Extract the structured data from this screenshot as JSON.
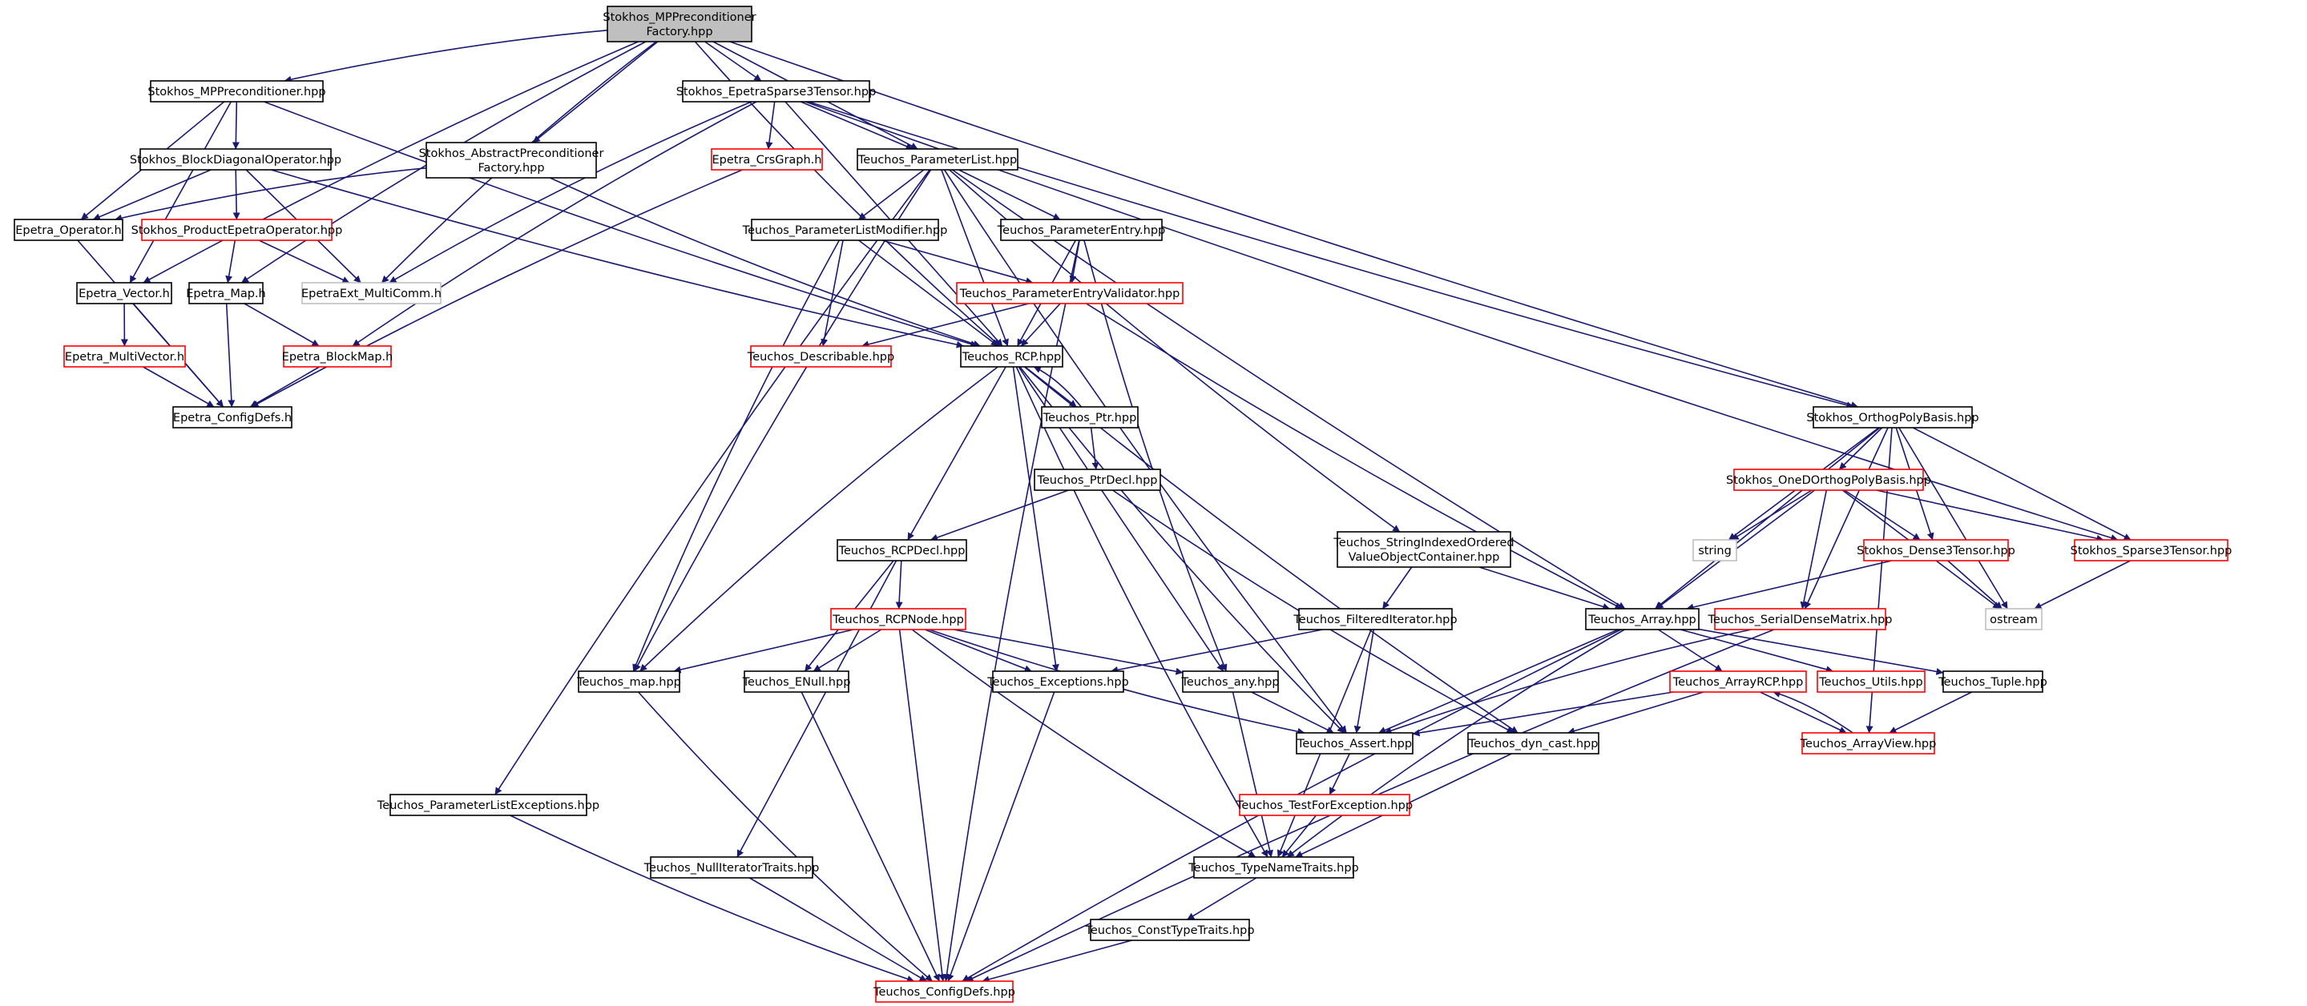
{
  "colors": {
    "edge": "#191970",
    "node_border_default": "#000000",
    "node_border_truncated": "#ff0000",
    "node_border_external": "#bfbfbf",
    "root_fill": "#bfbfbf",
    "node_fill": "#ffffff"
  },
  "nodes": [
    {
      "id": "root",
      "lines": [
        "Stokhos_MPPreconditioner",
        "Factory.hpp"
      ],
      "style": "root"
    },
    {
      "id": "mpprec",
      "lines": [
        "Stokhos_MPPreconditioner.hpp"
      ],
      "style": "normal"
    },
    {
      "id": "ees3t",
      "lines": [
        "Stokhos_EpetraSparse3Tensor.hpp"
      ],
      "style": "normal"
    },
    {
      "id": "bdo",
      "lines": [
        "Stokhos_BlockDiagonalOperator.hpp"
      ],
      "style": "normal"
    },
    {
      "id": "apf",
      "lines": [
        "Stokhos_AbstractPreconditioner",
        "Factory.hpp"
      ],
      "style": "normal"
    },
    {
      "id": "crs",
      "lines": [
        "Epetra_CrsGraph.h"
      ],
      "style": "red"
    },
    {
      "id": "plist",
      "lines": [
        "Teuchos_ParameterList.hpp"
      ],
      "style": "normal"
    },
    {
      "id": "eop",
      "lines": [
        "Epetra_Operator.h"
      ],
      "style": "normal"
    },
    {
      "id": "peo",
      "lines": [
        "Stokhos_ProductEpetraOperator.hpp"
      ],
      "style": "red"
    },
    {
      "id": "plm",
      "lines": [
        "Teuchos_ParameterListModifier.hpp"
      ],
      "style": "normal"
    },
    {
      "id": "pentry",
      "lines": [
        "Teuchos_ParameterEntry.hpp"
      ],
      "style": "normal"
    },
    {
      "id": "evec",
      "lines": [
        "Epetra_Vector.h"
      ],
      "style": "normal"
    },
    {
      "id": "emap",
      "lines": [
        "Epetra_Map.h"
      ],
      "style": "normal"
    },
    {
      "id": "emc",
      "lines": [
        "EpetraExt_MultiComm.h"
      ],
      "style": "gray"
    },
    {
      "id": "pev",
      "lines": [
        "Teuchos_ParameterEntryValidator.hpp"
      ],
      "style": "red"
    },
    {
      "id": "emv",
      "lines": [
        "Epetra_MultiVector.h"
      ],
      "style": "red"
    },
    {
      "id": "ebm",
      "lines": [
        "Epetra_BlockMap.h"
      ],
      "style": "red"
    },
    {
      "id": "desc",
      "lines": [
        "Teuchos_Describable.hpp"
      ],
      "style": "red"
    },
    {
      "id": "rcp",
      "lines": [
        "Teuchos_RCP.hpp"
      ],
      "style": "normal"
    },
    {
      "id": "ecd",
      "lines": [
        "Epetra_ConfigDefs.h"
      ],
      "style": "normal"
    },
    {
      "id": "ptr",
      "lines": [
        "Teuchos_Ptr.hpp"
      ],
      "style": "normal"
    },
    {
      "id": "ptrdecl",
      "lines": [
        "Teuchos_PtrDecl.hpp"
      ],
      "style": "normal"
    },
    {
      "id": "opb",
      "lines": [
        "Stokhos_OrthogPolyBasis.hpp"
      ],
      "style": "normal"
    },
    {
      "id": "oneD",
      "lines": [
        "Stokhos_OneDOrthogPolyBasis.hpp"
      ],
      "style": "red"
    },
    {
      "id": "string",
      "lines": [
        "string"
      ],
      "style": "gray"
    },
    {
      "id": "rcpdecl",
      "lines": [
        "Teuchos_RCPDecl.hpp"
      ],
      "style": "normal"
    },
    {
      "id": "sioc",
      "lines": [
        "Teuchos_StringIndexedOrdered",
        "ValueObjectContainer.hpp"
      ],
      "style": "normal"
    },
    {
      "id": "d3t",
      "lines": [
        "Stokhos_Dense3Tensor.hpp"
      ],
      "style": "red"
    },
    {
      "id": "s3t",
      "lines": [
        "Stokhos_Sparse3Tensor.hpp"
      ],
      "style": "red"
    },
    {
      "id": "ostream",
      "lines": [
        "ostream"
      ],
      "style": "gray"
    },
    {
      "id": "rcpnode",
      "lines": [
        "Teuchos_RCPNode.hpp"
      ],
      "style": "red"
    },
    {
      "id": "filt",
      "lines": [
        "Teuchos_FilteredIterator.hpp"
      ],
      "style": "normal"
    },
    {
      "id": "array",
      "lines": [
        "Teuchos_Array.hpp"
      ],
      "style": "normal"
    },
    {
      "id": "sdm",
      "lines": [
        "Teuchos_SerialDenseMatrix.hpp"
      ],
      "style": "red"
    },
    {
      "id": "map",
      "lines": [
        "Teuchos_map.hpp"
      ],
      "style": "normal"
    },
    {
      "id": "enull",
      "lines": [
        "Teuchos_ENull.hpp"
      ],
      "style": "normal"
    },
    {
      "id": "exc",
      "lines": [
        "Teuchos_Exceptions.hpp"
      ],
      "style": "normal"
    },
    {
      "id": "any",
      "lines": [
        "Teuchos_any.hpp"
      ],
      "style": "normal"
    },
    {
      "id": "arcp",
      "lines": [
        "Teuchos_ArrayRCP.hpp"
      ],
      "style": "red"
    },
    {
      "id": "utils",
      "lines": [
        "Teuchos_Utils.hpp"
      ],
      "style": "red"
    },
    {
      "id": "tuple",
      "lines": [
        "Teuchos_Tuple.hpp"
      ],
      "style": "normal"
    },
    {
      "id": "assert",
      "lines": [
        "Teuchos_Assert.hpp"
      ],
      "style": "normal"
    },
    {
      "id": "dyncast",
      "lines": [
        "Teuchos_dyn_cast.hpp"
      ],
      "style": "normal"
    },
    {
      "id": "aview",
      "lines": [
        "Teuchos_ArrayView.hpp"
      ],
      "style": "red"
    },
    {
      "id": "ple",
      "lines": [
        "Teuchos_ParameterListExceptions.hpp"
      ],
      "style": "normal"
    },
    {
      "id": "tfe",
      "lines": [
        "Teuchos_TestForException.hpp"
      ],
      "style": "red"
    },
    {
      "id": "nit",
      "lines": [
        "Teuchos_NullIteratorTraits.hpp"
      ],
      "style": "normal"
    },
    {
      "id": "tnt",
      "lines": [
        "Teuchos_TypeNameTraits.hpp"
      ],
      "style": "normal"
    },
    {
      "id": "ctt",
      "lines": [
        "Teuchos_ConstTypeTraits.hpp"
      ],
      "style": "normal"
    },
    {
      "id": "tcd",
      "lines": [
        "Teuchos_ConfigDefs.hpp"
      ],
      "style": "red"
    }
  ],
  "edges": [
    [
      "root",
      "mpprec"
    ],
    [
      "root",
      "ees3t"
    ],
    [
      "root",
      "apf"
    ],
    [
      "root",
      "plist"
    ],
    [
      "root",
      "emc"
    ],
    [
      "root",
      "evec"
    ],
    [
      "root",
      "emap"
    ],
    [
      "root",
      "rcp"
    ],
    [
      "root",
      "opb"
    ],
    [
      "mpprec",
      "bdo"
    ],
    [
      "mpprec",
      "eop"
    ],
    [
      "mpprec",
      "evec"
    ],
    [
      "mpprec",
      "rcp"
    ],
    [
      "bdo",
      "eop"
    ],
    [
      "bdo",
      "peo"
    ],
    [
      "bdo",
      "emc"
    ],
    [
      "bdo",
      "rcp"
    ],
    [
      "apf",
      "eop"
    ],
    [
      "apf",
      "rcp"
    ],
    [
      "ees3t",
      "crs"
    ],
    [
      "ees3t",
      "plist"
    ],
    [
      "ees3t",
      "emc"
    ],
    [
      "ees3t",
      "ebm"
    ],
    [
      "ees3t",
      "rcp"
    ],
    [
      "ees3t",
      "opb"
    ],
    [
      "ees3t",
      "s3t"
    ],
    [
      "crs",
      "ecd"
    ],
    [
      "peo",
      "emap"
    ],
    [
      "peo",
      "emc"
    ],
    [
      "eop",
      "ecd"
    ],
    [
      "evec",
      "emv"
    ],
    [
      "evec",
      "ecd"
    ],
    [
      "emap",
      "ebm"
    ],
    [
      "emap",
      "ecd"
    ],
    [
      "emv",
      "ecd"
    ],
    [
      "ebm",
      "ecd"
    ],
    [
      "plist",
      "plm"
    ],
    [
      "plist",
      "pentry"
    ],
    [
      "plist",
      "rcp"
    ],
    [
      "plist",
      "map"
    ],
    [
      "plist",
      "ple"
    ],
    [
      "plist",
      "sioc"
    ],
    [
      "plist",
      "array"
    ],
    [
      "plist",
      "assert"
    ],
    [
      "plm",
      "pev"
    ],
    [
      "plm",
      "desc"
    ],
    [
      "plm",
      "rcp"
    ],
    [
      "plm",
      "map"
    ],
    [
      "pentry",
      "pev"
    ],
    [
      "pentry",
      "rcp"
    ],
    [
      "pentry",
      "any"
    ],
    [
      "pentry",
      "tcd"
    ],
    [
      "pev",
      "desc"
    ],
    [
      "pev",
      "rcp"
    ],
    [
      "pev",
      "array"
    ],
    [
      "rcp",
      "ptr"
    ],
    [
      "rcp",
      "rcpdecl"
    ],
    [
      "rcp",
      "map"
    ],
    [
      "rcp",
      "exc"
    ],
    [
      "rcp",
      "any"
    ],
    [
      "rcp",
      "assert"
    ],
    [
      "rcp",
      "dyncast"
    ],
    [
      "rcp",
      "tnt"
    ],
    [
      "ptr",
      "rcp"
    ],
    [
      "ptr",
      "ptrdecl"
    ],
    [
      "ptrdecl",
      "rcpdecl"
    ],
    [
      "ptrdecl",
      "dyncast"
    ],
    [
      "rcpdecl",
      "rcpnode"
    ],
    [
      "rcpdecl",
      "enull"
    ],
    [
      "rcpdecl",
      "nit"
    ],
    [
      "rcpnode",
      "map"
    ],
    [
      "rcpnode",
      "enull"
    ],
    [
      "rcpnode",
      "exc"
    ],
    [
      "rcpnode",
      "any"
    ],
    [
      "rcpnode",
      "assert"
    ],
    [
      "rcpnode",
      "tnt"
    ],
    [
      "rcpnode",
      "tcd"
    ],
    [
      "sioc",
      "filt"
    ],
    [
      "sioc",
      "array"
    ],
    [
      "filt",
      "exc"
    ],
    [
      "filt",
      "assert"
    ],
    [
      "filt",
      "tnt"
    ],
    [
      "opb",
      "oneD"
    ],
    [
      "opb",
      "string"
    ],
    [
      "opb",
      "d3t"
    ],
    [
      "opb",
      "s3t"
    ],
    [
      "opb",
      "ostream"
    ],
    [
      "opb",
      "array"
    ],
    [
      "opb",
      "sdm"
    ],
    [
      "opb",
      "aview"
    ],
    [
      "oneD",
      "string"
    ],
    [
      "oneD",
      "d3t"
    ],
    [
      "oneD",
      "s3t"
    ],
    [
      "oneD",
      "ostream"
    ],
    [
      "oneD",
      "array"
    ],
    [
      "oneD",
      "sdm"
    ],
    [
      "d3t",
      "array"
    ],
    [
      "d3t",
      "ostream"
    ],
    [
      "s3t",
      "ostream"
    ],
    [
      "sdm",
      "assert"
    ],
    [
      "sdm",
      "tcd"
    ],
    [
      "array",
      "arcp"
    ],
    [
      "array",
      "utils"
    ],
    [
      "array",
      "tuple"
    ],
    [
      "array",
      "assert"
    ],
    [
      "array",
      "tnt"
    ],
    [
      "array",
      "tcd"
    ],
    [
      "arcp",
      "aview"
    ],
    [
      "arcp",
      "assert"
    ],
    [
      "arcp",
      "dyncast"
    ],
    [
      "aview",
      "arcp"
    ],
    [
      "tuple",
      "aview"
    ],
    [
      "any",
      "assert"
    ],
    [
      "any",
      "tnt"
    ],
    [
      "assert",
      "tfe"
    ],
    [
      "tfe",
      "tnt"
    ],
    [
      "dyncast",
      "tnt"
    ],
    [
      "tnt",
      "ctt"
    ],
    [
      "ctt",
      "tcd"
    ],
    [
      "map",
      "tcd"
    ],
    [
      "enull",
      "tcd"
    ],
    [
      "exc",
      "tcd"
    ],
    [
      "ple",
      "tcd"
    ],
    [
      "nit",
      "tcd"
    ]
  ]
}
